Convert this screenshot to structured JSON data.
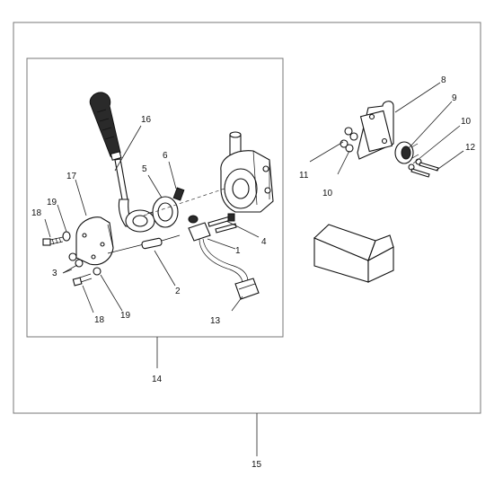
{
  "callouts": [
    {
      "id": "c1",
      "text": "1"
    },
    {
      "id": "c2",
      "text": "2"
    },
    {
      "id": "c3",
      "text": "3"
    },
    {
      "id": "c4",
      "text": "4"
    },
    {
      "id": "c5",
      "text": "5"
    },
    {
      "id": "c6",
      "text": "6"
    },
    {
      "id": "c8",
      "text": "8"
    },
    {
      "id": "c9",
      "text": "9"
    },
    {
      "id": "c10a",
      "text": "10"
    },
    {
      "id": "c10b",
      "text": "10"
    },
    {
      "id": "c11",
      "text": "11"
    },
    {
      "id": "c12",
      "text": "12"
    },
    {
      "id": "c13",
      "text": "13"
    },
    {
      "id": "c14",
      "text": "14"
    },
    {
      "id": "c15",
      "text": "15"
    },
    {
      "id": "c16",
      "text": "16"
    },
    {
      "id": "c17",
      "text": "17"
    },
    {
      "id": "c18a",
      "text": "18"
    },
    {
      "id": "c18b",
      "text": "18"
    },
    {
      "id": "c19a",
      "text": "19"
    },
    {
      "id": "c19b",
      "text": "19"
    }
  ]
}
